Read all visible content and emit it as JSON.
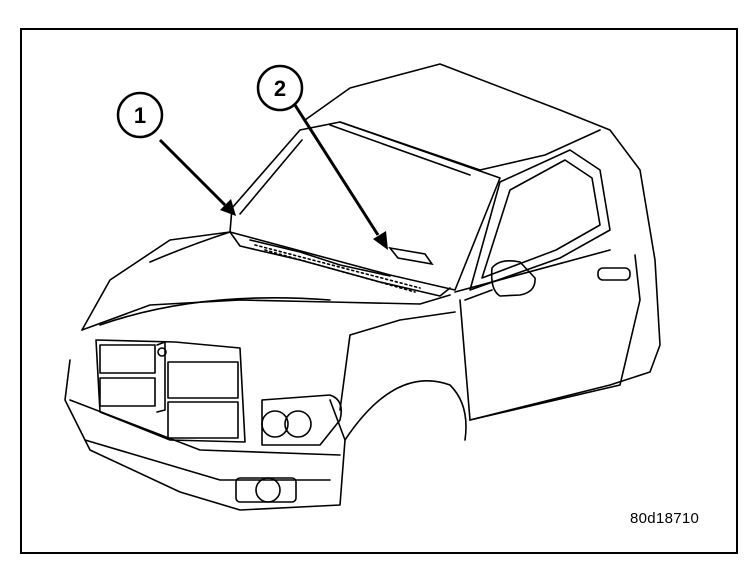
{
  "diagram": {
    "callouts": [
      {
        "number": "1"
      },
      {
        "number": "2"
      }
    ],
    "part_code": "80d18710"
  },
  "colors": {
    "line": "#000000",
    "background": "#ffffff"
  }
}
